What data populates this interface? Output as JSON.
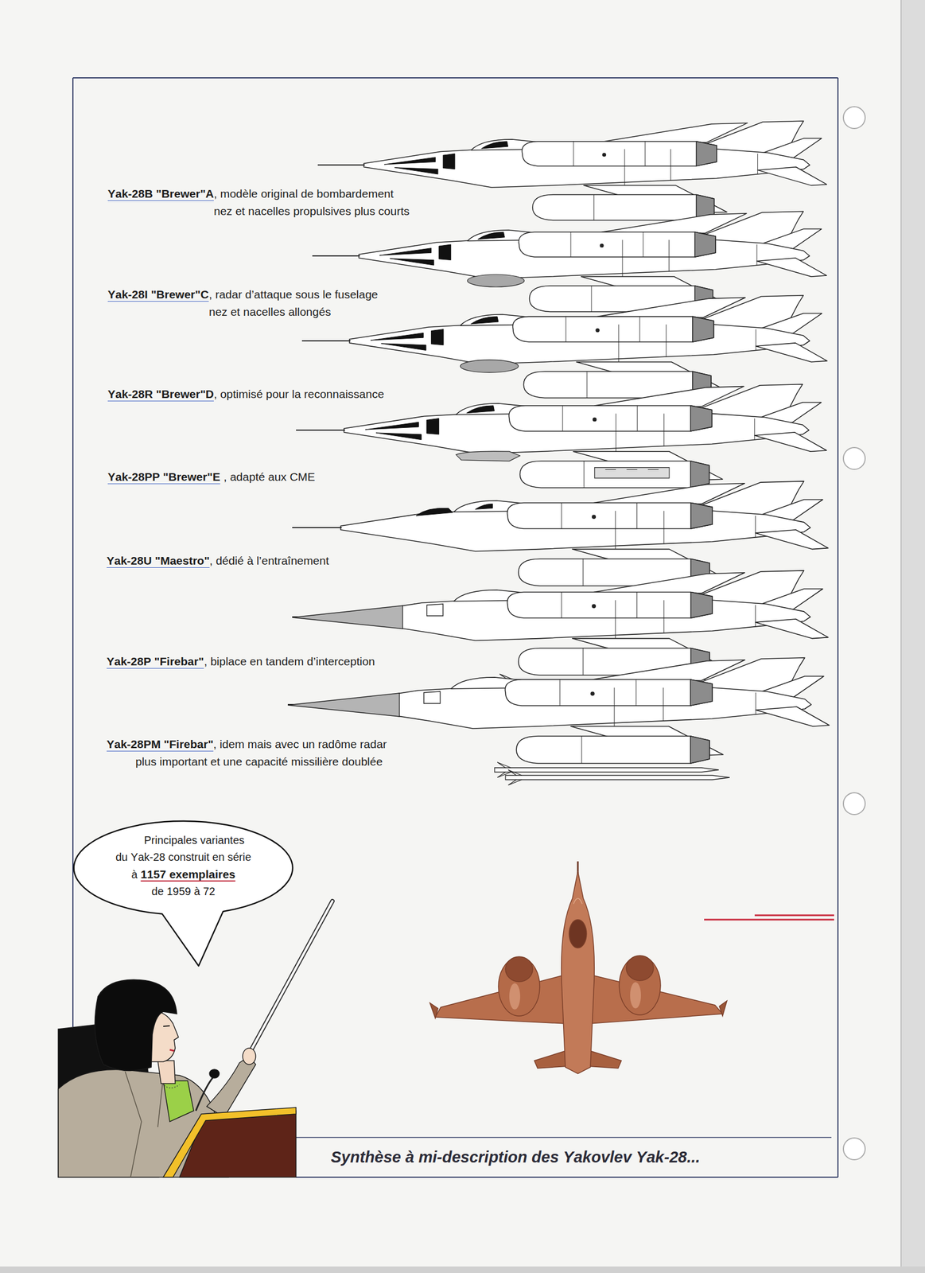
{
  "diagram": {
    "caption": "Synthèse à mi-description des Yakovlev Yak-28...",
    "nodes": [
      {
        "text": [
          "Principales variantes du Yak-28 construit en série",
          "à",
          "1157 exemplaires",
          "de 1959 à 72"
        ]
      }
    ],
    "labels": [
      "Yak-28B \"Brewer\"A",
      ", modèle original de bombardement nez et nacelles propulsives plus courts",
      "Yak-28I \"Brewer\"C",
      ", radar d’attaque sous le fuselage nez et nacelles allongés",
      "Yak-28R \"Brewer\"D",
      ", optimisé pour la reconnaissance",
      "Yak-28PP \"Brewer\"E",
      ", adapté aux CME",
      "Yak-28U \"Maestro\"",
      ", dédié à l’entraînement",
      "Yak-28P \"Firebar\"",
      ", biplace en tandem d’interception",
      "Yak-28PM \"Firebar\"",
      ", idem mais avec un radôme radar plus important et une capacité missilière doublée"
    ]
  }
}
